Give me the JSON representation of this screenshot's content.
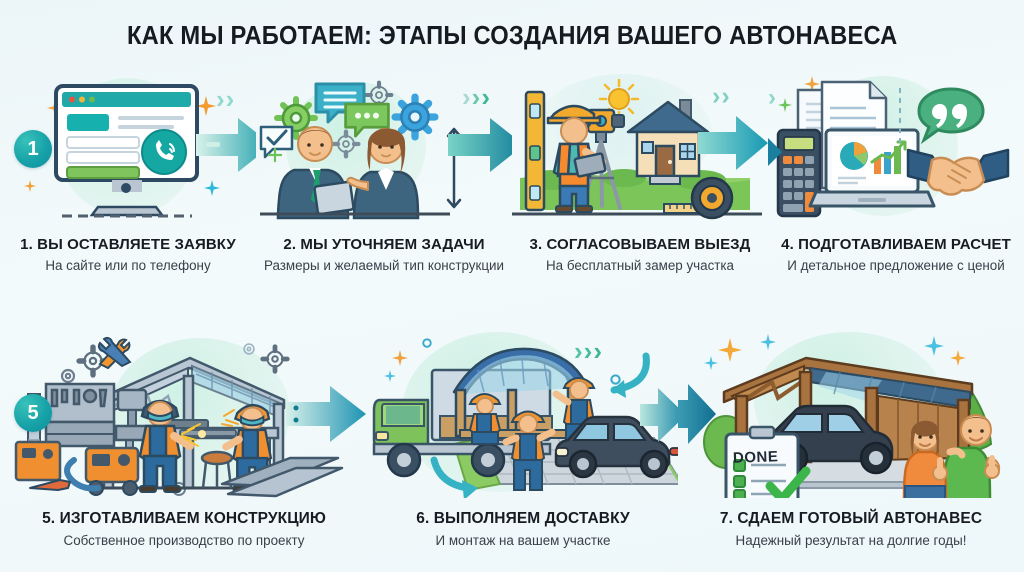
{
  "header": {
    "title": "КАК МЫ РАБОТАЕМ: ЭТАПЫ СОЗДАНИЯ ВАШЕГО АВТОНАВЕСА"
  },
  "theme": {
    "background_top": "#ecf5f8",
    "background_bottom": "#eef7f9",
    "accent_teal": "#17a2a8",
    "accent_teal_dark": "#0f7f92",
    "accent_mint": "#a9e6d4",
    "accent_green": "#6cb94f",
    "title_color": "#161b22",
    "caption_color": "#171c23",
    "subcaption_color": "#394049"
  },
  "row1": {
    "steps": [
      {
        "number": "1",
        "badge_visible": true,
        "title": "1. ВЫ ОСТАВЛЯЕТЕ ЗАЯВКУ",
        "subtitle": "На сайте или по телефону",
        "icons": [
          "desktop-monitor-icon",
          "web-form-icon",
          "phone-call-icon",
          "sparkle-icon"
        ]
      },
      {
        "number": "2",
        "badge_visible": false,
        "title": "2. МЫ УТОЧНЯЕМ ЗАДАЧИ",
        "subtitle": "Размеры и желаемый тип конструкции",
        "icons": [
          "manager-person-icon",
          "client-person-icon",
          "gear-icon",
          "chat-bubble-icon",
          "checkbox-icon",
          "dimension-arrow-icon"
        ]
      },
      {
        "number": "3",
        "badge_visible": false,
        "title": "3. СОГЛАСОВЫВАЕМ ВЫЕЗД",
        "subtitle": "На бесплатный замер участка",
        "icons": [
          "surveyor-worker-icon",
          "theodolite-tripod-icon",
          "house-icon",
          "sun-icon",
          "spirit-level-icon",
          "tape-measure-icon"
        ]
      },
      {
        "number": "4",
        "badge_visible": false,
        "title": "4. ПОДГОТАВЛИВАЕМ РАСЧЕТ",
        "subtitle": "И детальное предложение с ценой",
        "icons": [
          "calculator-icon",
          "document-icon",
          "laptop-icon",
          "pie-chart-icon",
          "bar-chart-icon",
          "handshake-icon",
          "quote-bubble-icon"
        ]
      }
    ]
  },
  "row2": {
    "steps": [
      {
        "number": "5",
        "badge_visible": true,
        "title": "5. ИЗГОТАВЛИВАЕМ КОНСТРУКЦИЮ",
        "subtitle": "Собственное производство по проекту",
        "icons": [
          "welder-worker-icon",
          "workbench-icon",
          "carport-frame-icon",
          "gear-icon",
          "wrench-screwdriver-icon",
          "tool-rack-icon",
          "welding-machine-icon",
          "stool-icon",
          "steel-beams-icon"
        ]
      },
      {
        "number": "6",
        "badge_visible": false,
        "title": "6. ВЫПОЛНЯЕМ ДОСТАВКУ",
        "subtitle": "И монтаж на вашем участке",
        "icons": [
          "delivery-truck-icon",
          "installer-worker-icon",
          "arched-carport-icon",
          "suv-car-icon",
          "paved-driveway-icon",
          "curved-arrow-icon"
        ]
      },
      {
        "number": "7",
        "badge_visible": false,
        "title": "7. СДАЕМ ГОТОВЫЙ АВТОНАВЕС",
        "subtitle": "Надежный результат на долгие годы!",
        "icons": [
          "wooden-carport-icon",
          "suv-car-icon",
          "happy-couple-icon",
          "thumbs-up-icon",
          "clipboard-done-icon",
          "tree-icon",
          "sparkle-icon"
        ],
        "clipboard_label": "DONE"
      }
    ]
  },
  "connectors": {
    "arrow_label": "progress-arrow",
    "chevron_glyph": "›"
  }
}
